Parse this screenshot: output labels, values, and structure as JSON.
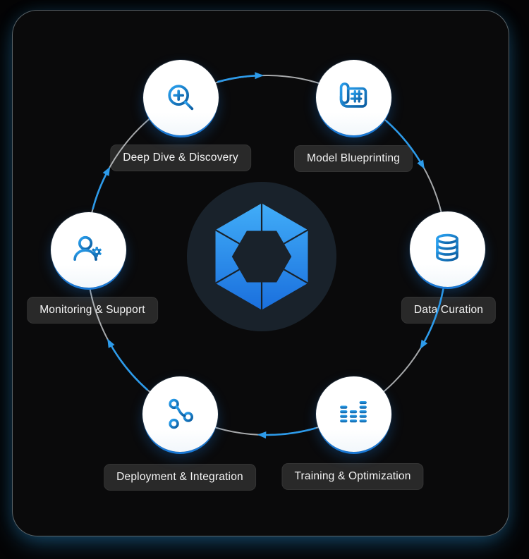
{
  "diagram": {
    "flow_direction": "clockwise",
    "steps": [
      {
        "label": "Deep Dive & Discovery",
        "icon": "zoom-in-icon"
      },
      {
        "label": "Model Blueprinting",
        "icon": "blueprint-icon"
      },
      {
        "label": "Data Curation",
        "icon": "database-icon"
      },
      {
        "label": "Training & Optimization",
        "icon": "equalizer-icon"
      },
      {
        "label": "Deployment & Integration",
        "icon": "git-branch-icon"
      },
      {
        "label": "Monitoring & Support",
        "icon": "user-gear-icon"
      }
    ],
    "center": {
      "logo": "hexagon-ring-logo"
    },
    "colors": {
      "accent_blue": "#2d9bea",
      "icon_blue_light": "#2ba3f2",
      "icon_blue_dark": "#0b5c9f",
      "logo_blue_top": "#41adf8",
      "logo_blue_bottom": "#1a6fdd",
      "logo_disc": "#19222b",
      "ring_gray": "#d3d6d9",
      "node_bg": "#ffffff",
      "pill_bg": "#2b2b2b",
      "panel_bg": "#0a0a0b",
      "page_bg": "#050506",
      "panel_border": "#9eaeb8"
    }
  }
}
